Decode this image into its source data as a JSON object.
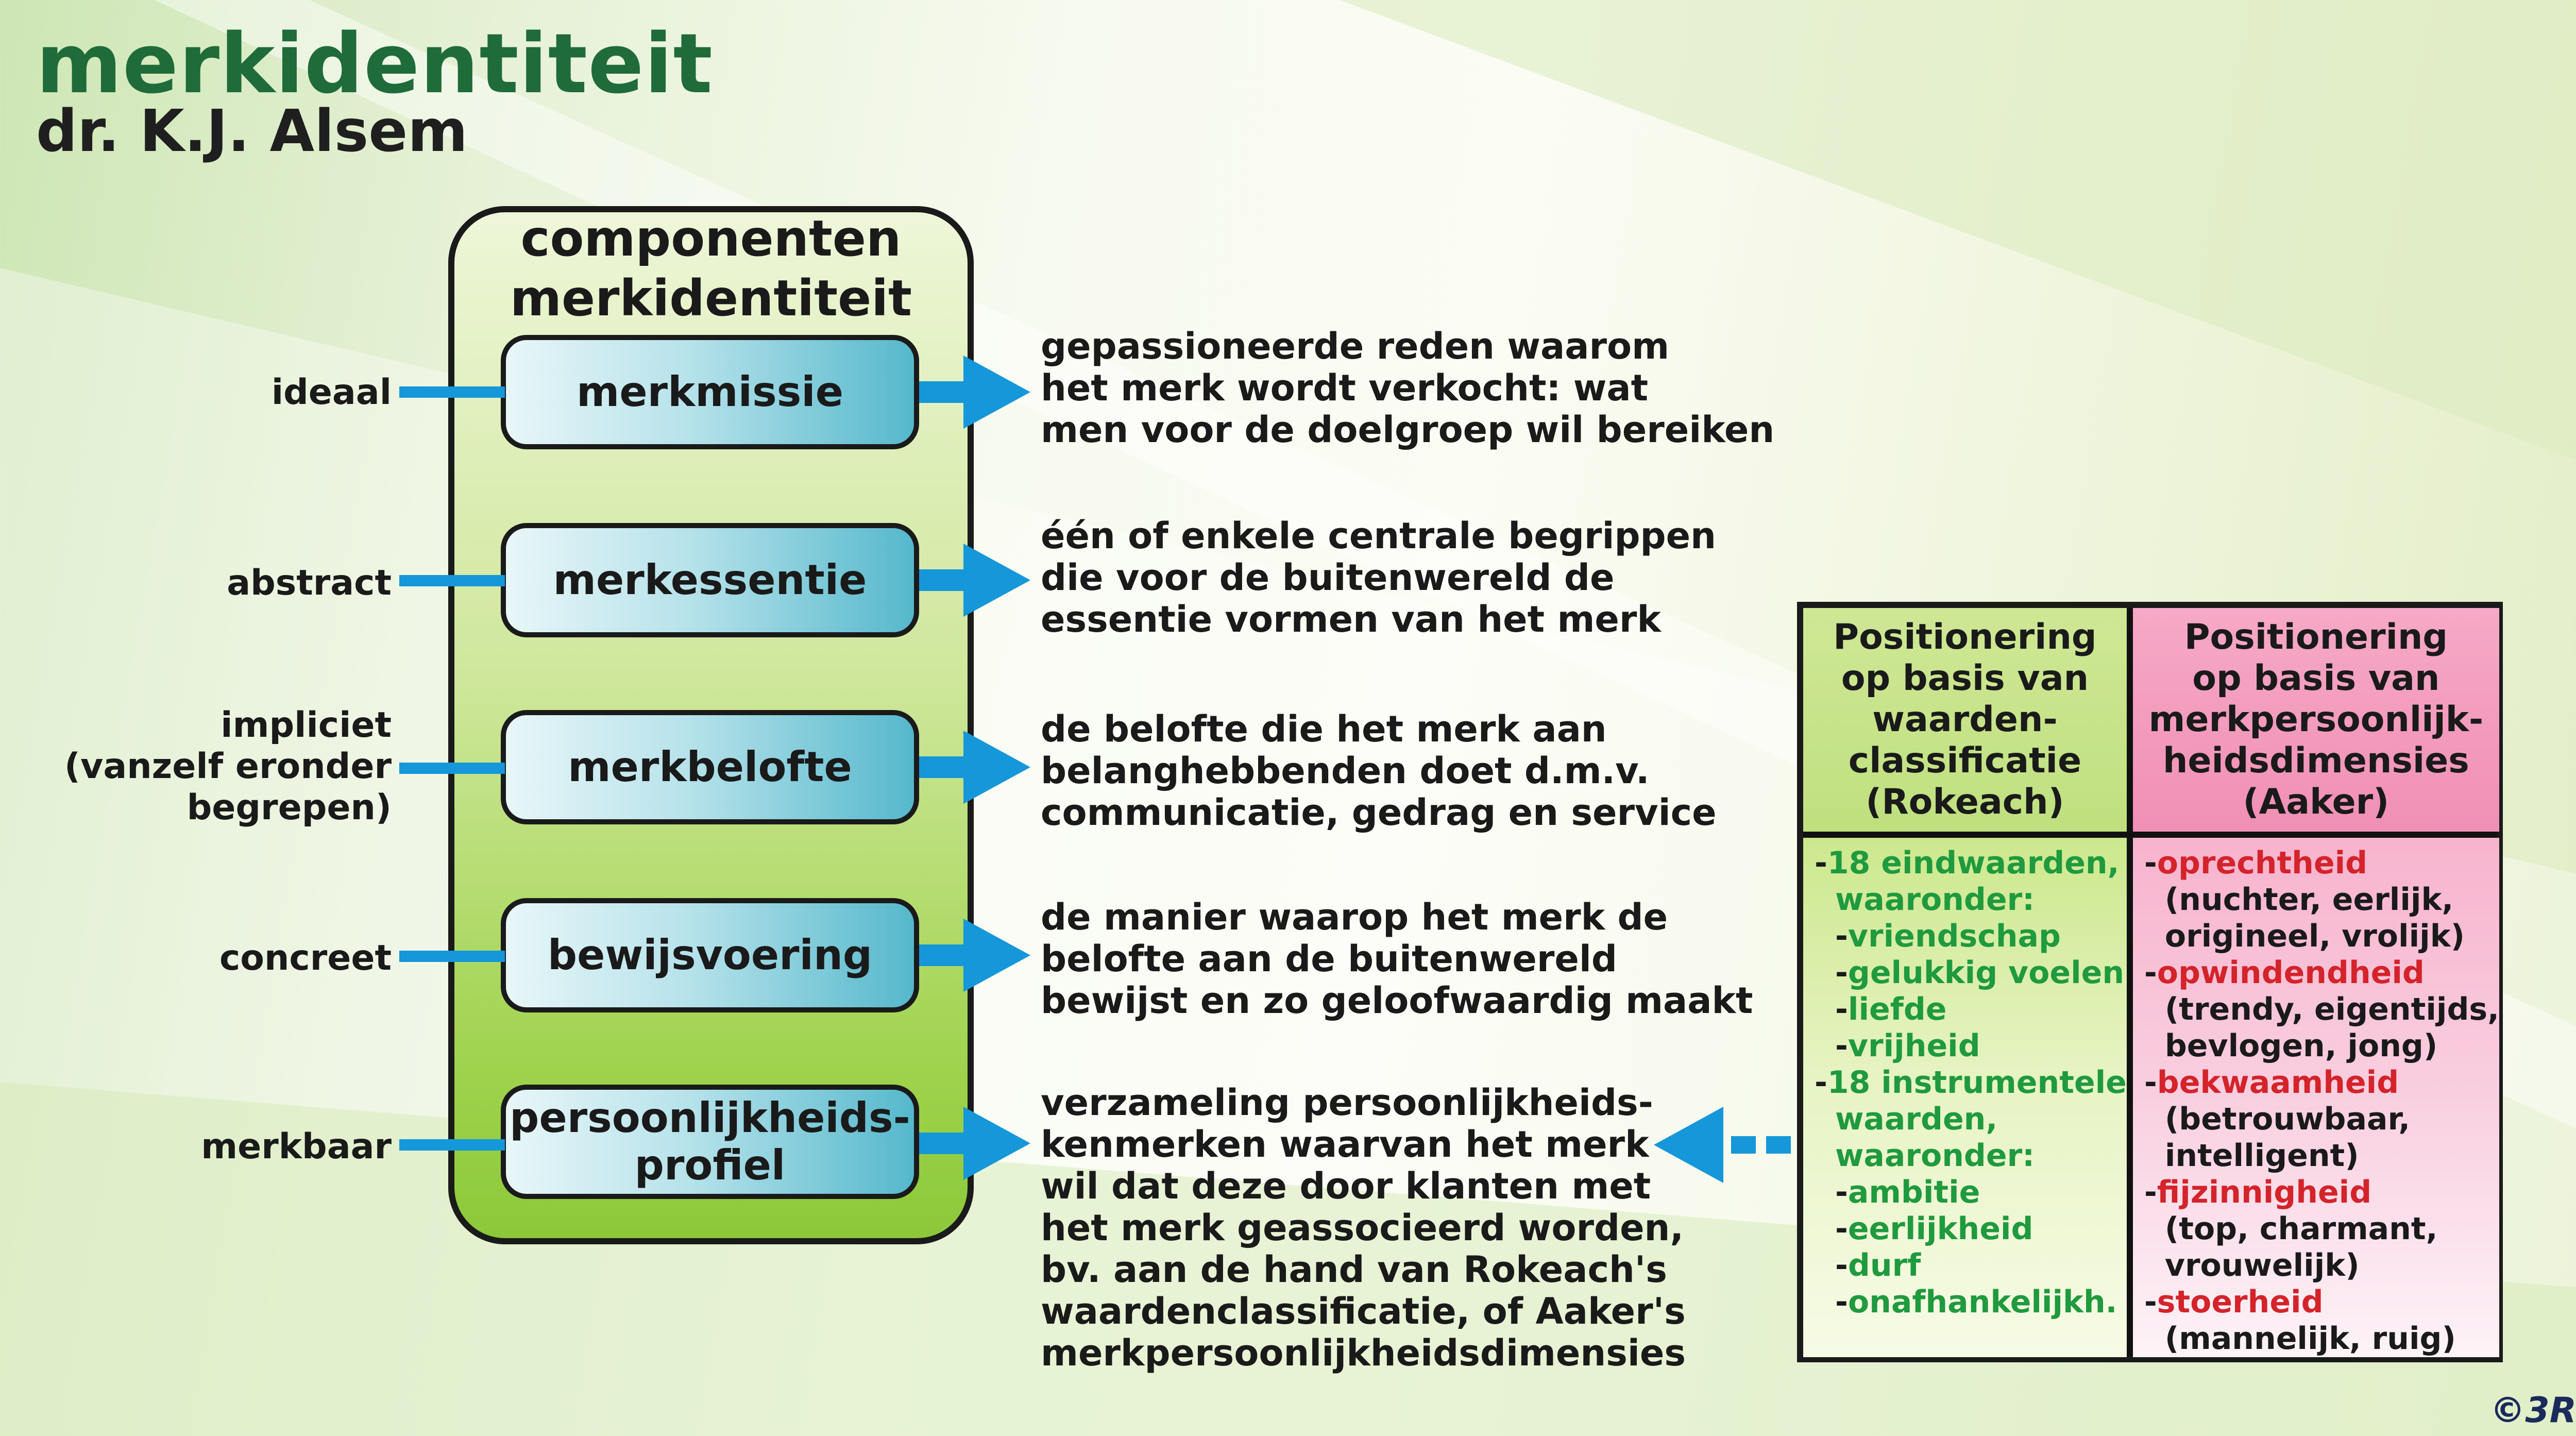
{
  "header": {
    "title": "merkidentiteit",
    "author": "dr. K.J. Alsem"
  },
  "frame": {
    "title_line1": "componenten",
    "title_line2": "merkidentiteit"
  },
  "components": [
    {
      "name": "merkmissie",
      "level": "ideaal",
      "desc": [
        "gepassioneerde reden waarom",
        "het merk wordt verkocht: wat",
        "men voor de doelgroep wil bereiken"
      ]
    },
    {
      "name": "merkessentie",
      "level": "abstract",
      "desc": [
        "één of enkele centrale  begrippen",
        "die voor de buitenwereld de",
        "essentie vormen van het merk"
      ]
    },
    {
      "name": "merkbelofte",
      "level_lines": [
        "impliciet",
        "(vanzelf eronder",
        "begrepen)"
      ],
      "desc": [
        "de belofte die het merk aan",
        "belanghebbenden doet d.m.v.",
        "communicatie, gedrag en service"
      ]
    },
    {
      "name": "bewijsvoering",
      "level": "concreet",
      "desc": [
        "de manier waarop het merk de",
        "belofte aan de buitenwereld",
        "bewijst en zo geloofwaardig maakt"
      ]
    },
    {
      "name_lines": [
        "persoonlijkheids-",
        "profiel"
      ],
      "level": "merkbaar",
      "desc": [
        "verzameling persoonlijkheids-",
        "kenmerken waarvan het merk",
        "wil dat deze door klanten met",
        "het merk geassocieerd worden,",
        "bv. aan de hand van Rokeach's",
        "waardenclassificatie, of Aaker's",
        "merkpersoonlijkheidsdimensies"
      ]
    }
  ],
  "table": {
    "left_header": [
      "Positionering",
      "op basis van",
      "waarden-",
      "classificatie",
      "(Rokeach)"
    ],
    "right_header": [
      "Positionering",
      "op basis van",
      "merkpersoonlijk-",
      "heidsdimensies",
      "(Aaker)"
    ],
    "left_items": [
      {
        "dash": "-",
        "text": "18 eindwaarden,",
        "indent": false
      },
      {
        "dash": "",
        "text": "waaronder:",
        "indent": true
      },
      {
        "dash": "-",
        "text": "vriendschap",
        "indent": true
      },
      {
        "dash": "-",
        "text": "gelukkig voelen",
        "indent": true
      },
      {
        "dash": "-",
        "text": "liefde",
        "indent": true
      },
      {
        "dash": "-",
        "text": "vrijheid",
        "indent": true
      },
      {
        "dash": "-",
        "text": "18 instrumentele",
        "indent": false
      },
      {
        "dash": "",
        "text": "waarden,",
        "indent": true
      },
      {
        "dash": "",
        "text": "waaronder:",
        "indent": true
      },
      {
        "dash": "-",
        "text": "ambitie",
        "indent": true
      },
      {
        "dash": "-",
        "text": "eerlijkheid",
        "indent": true
      },
      {
        "dash": "-",
        "text": "durf",
        "indent": true
      },
      {
        "dash": "-",
        "text": "onafhankelijkh.",
        "indent": true
      }
    ],
    "right_items": [
      {
        "dash": "-",
        "text": "oprechtheid",
        "style": "r",
        "indent": false
      },
      {
        "dash": "",
        "text": "(nuchter, eerlijk,",
        "style": "k",
        "indent": true
      },
      {
        "dash": "",
        "text": "origineel, vrolijk)",
        "style": "k",
        "indent": true
      },
      {
        "dash": "-",
        "text": "opwindendheid",
        "style": "r",
        "indent": false
      },
      {
        "dash": "",
        "text": "(trendy, eigentijds,",
        "style": "k",
        "indent": true
      },
      {
        "dash": "",
        "text": "bevlogen, jong)",
        "style": "k",
        "indent": true
      },
      {
        "dash": "-",
        "text": "bekwaamheid",
        "style": "r",
        "indent": false
      },
      {
        "dash": "",
        "text": "(betrouwbaar,",
        "style": "k",
        "indent": true
      },
      {
        "dash": "",
        "text": "intelligent)",
        "style": "k",
        "indent": true
      },
      {
        "dash": "-",
        "text": "fijzinnigheid",
        "style": "r",
        "indent": false
      },
      {
        "dash": "",
        "text": "(top, charmant,",
        "style": "k",
        "indent": true
      },
      {
        "dash": "",
        "text": "vrouwelijk)",
        "style": "k",
        "indent": true
      },
      {
        "dash": "-",
        "text": "stoerheid",
        "style": "r",
        "indent": false
      },
      {
        "dash": "",
        "text": "(mannelijk, ruig)",
        "style": "k",
        "indent": true
      }
    ]
  },
  "copyright": "©3R",
  "colors": {
    "title_green": "#1f6b3a",
    "connector_blue": "#1597d9",
    "value_green": "#1f9a3e",
    "value_red": "#d4232a"
  }
}
